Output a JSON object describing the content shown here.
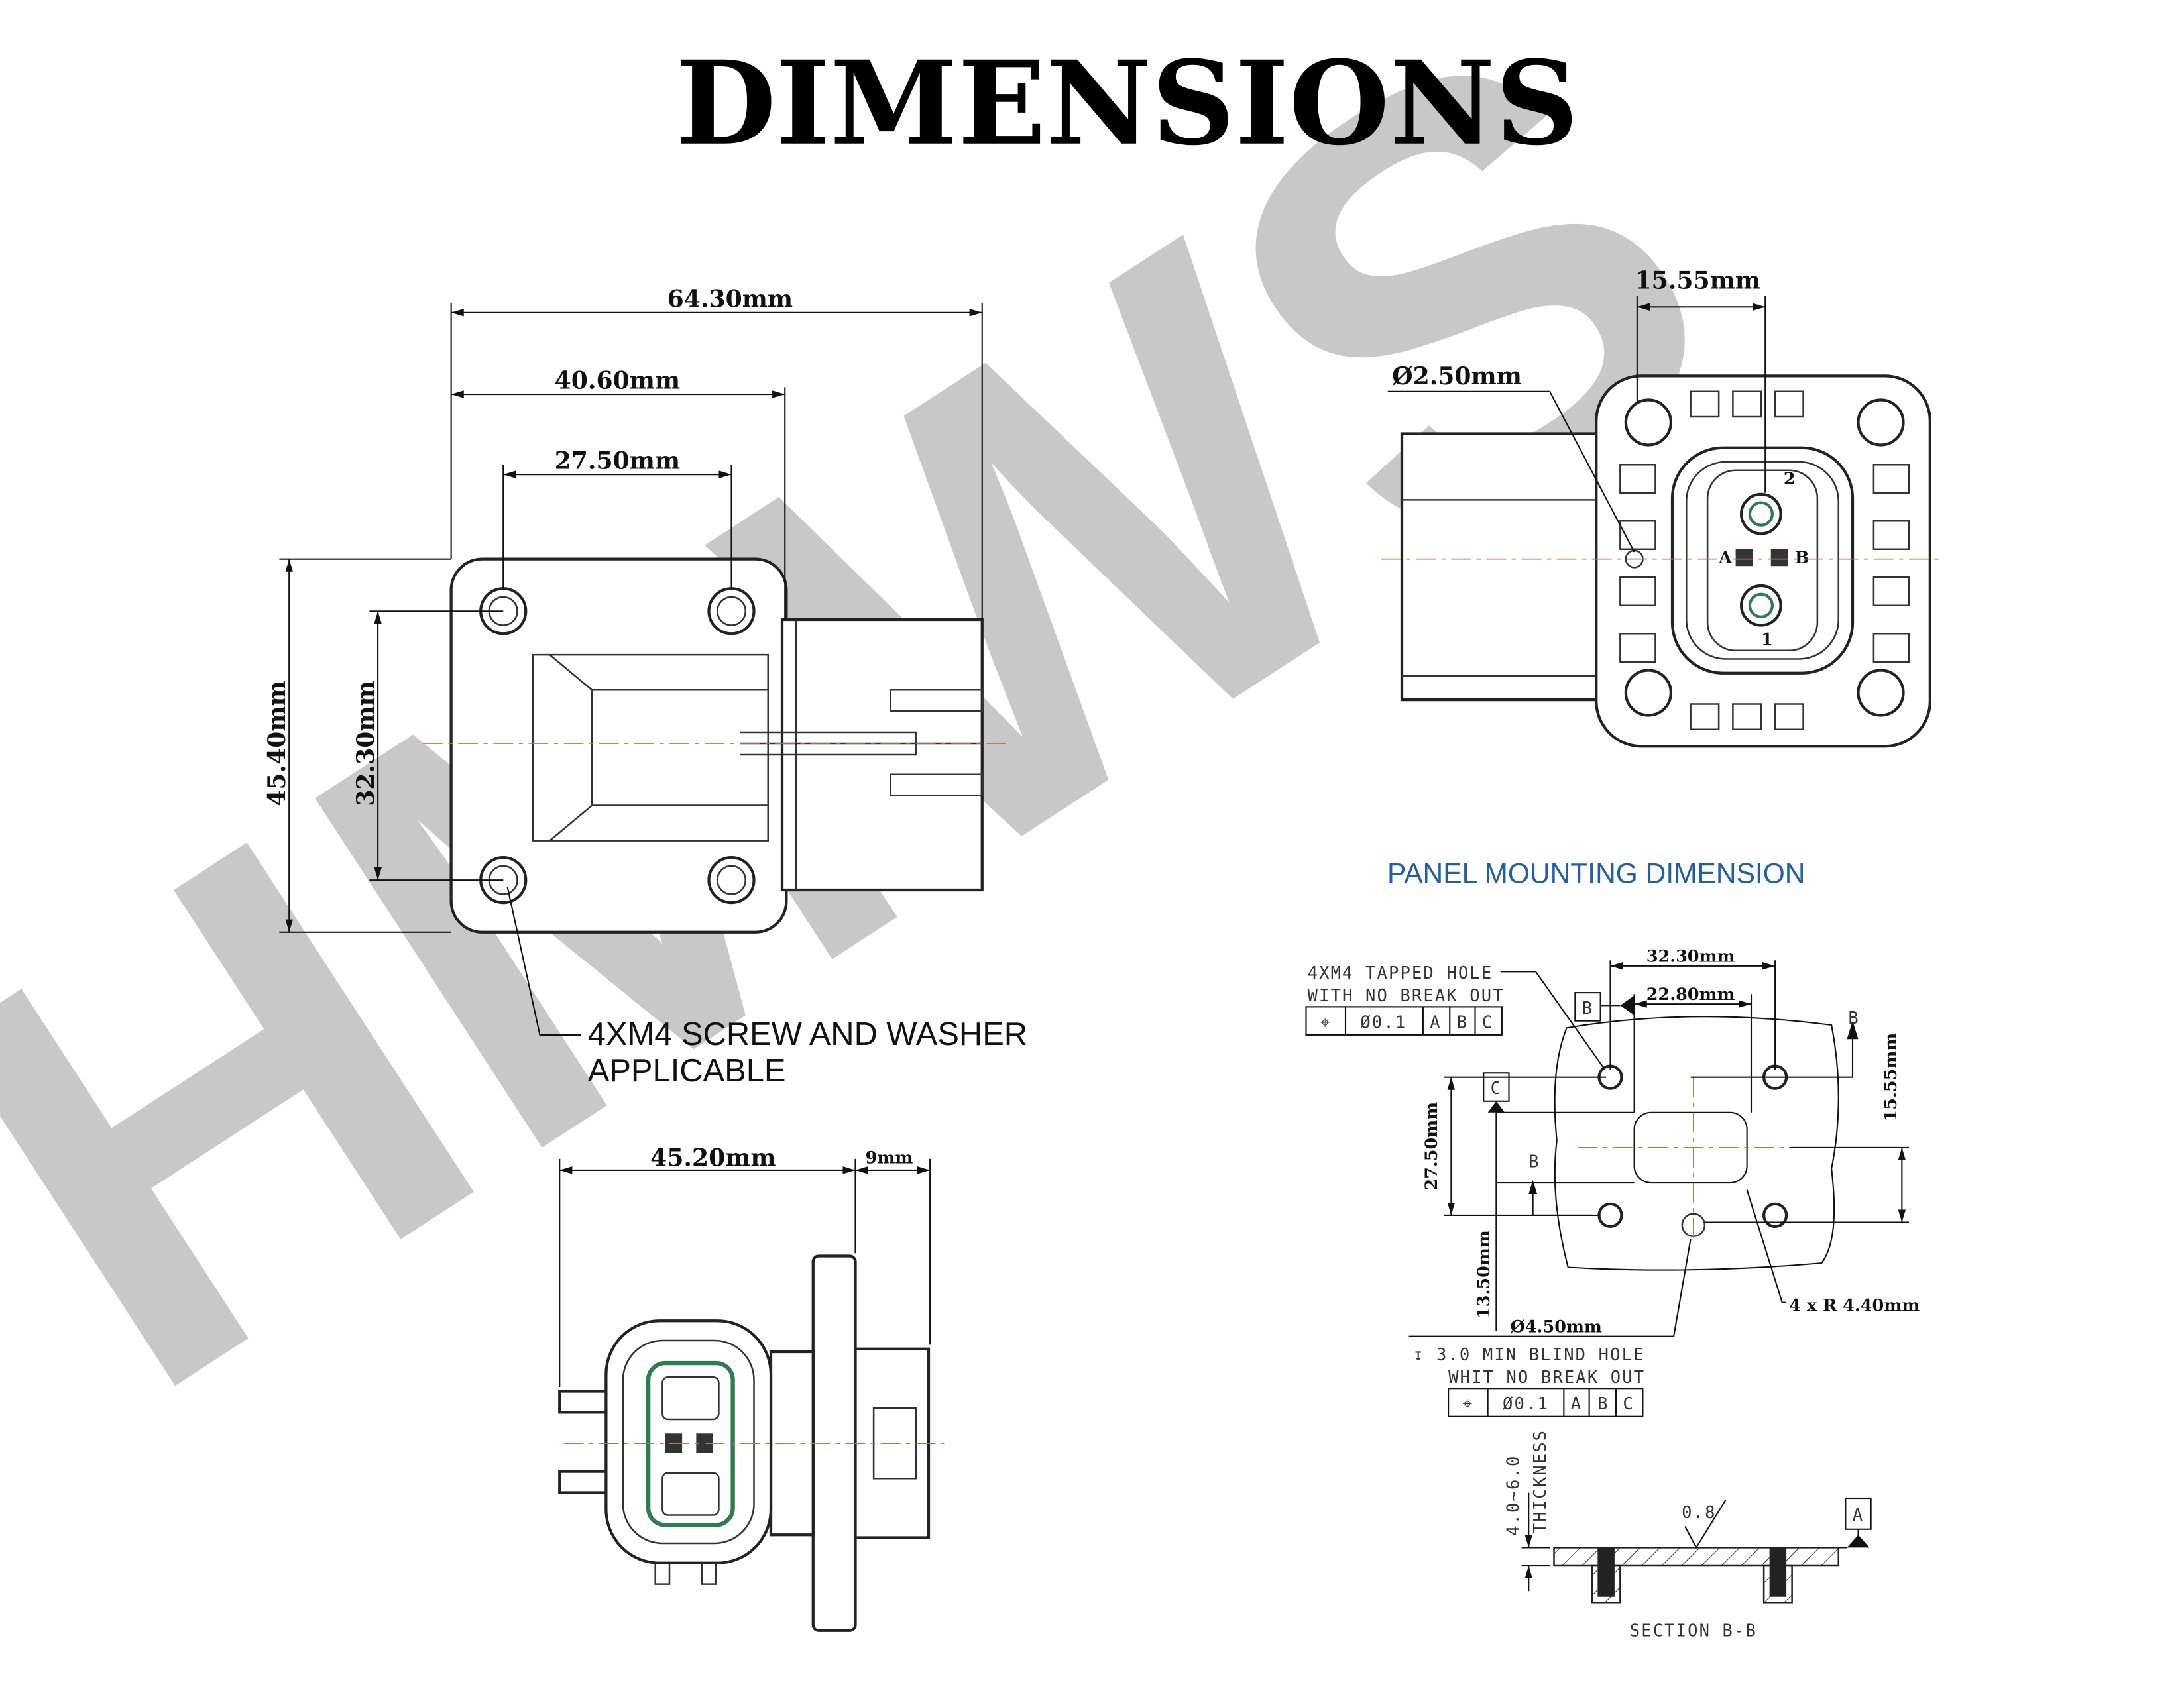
{
  "title": "DIMENSIONS",
  "watermark": "HMWS",
  "colors": {
    "accent_blue": "#1f5fa8",
    "watermark": "#c8c8c8",
    "pcb_green": "#2e7d4f"
  },
  "front_view": {
    "overall_width": "64.30mm",
    "flange_width": "40.60mm",
    "hole_spacing_h": "27.50mm",
    "overall_height": "45.40mm",
    "hole_spacing_v": "32.30mm",
    "note_line1": "4XM4 SCREW AND WASHER",
    "note_line2": "APPLICABLE"
  },
  "side_view": {
    "body_length": "45.20mm",
    "flange_depth": "9mm"
  },
  "rear_view": {
    "pin_spacing": "15.55mm",
    "hole_diameter": "Ø2.50mm",
    "pin_labels": [
      "2",
      "A",
      "B",
      "1"
    ]
  },
  "panel": {
    "title": "PANEL MOUNTING DIMENSION",
    "hole_h": "32.30mm",
    "cutout_w": "22.80mm",
    "hole_v": "15.55mm",
    "cutout_h": "27.50mm",
    "offset": "13.50mm",
    "corner_radius": "4 x R 4.40mm",
    "blind_dia": "Ø4.50mm",
    "tapped_line1": "4XM4 TAPPED HOLE",
    "tapped_line2": "WITH NO BREAK OUT",
    "fcf": [
      "⌖",
      "Ø0.1",
      "A",
      "B",
      "C"
    ],
    "blind_line1": "↧ 3.0 MIN BLIND HOLE",
    "blind_line2": "WHIT NO BREAK OUT",
    "datum_b": "B",
    "datum_c": "C",
    "datum_a": "A",
    "section_mark": "B",
    "thickness_value": "4.0~6.0",
    "thickness_label": "THICKNESS",
    "roughness": "0.8",
    "section_title": "SECTION  B-B"
  }
}
